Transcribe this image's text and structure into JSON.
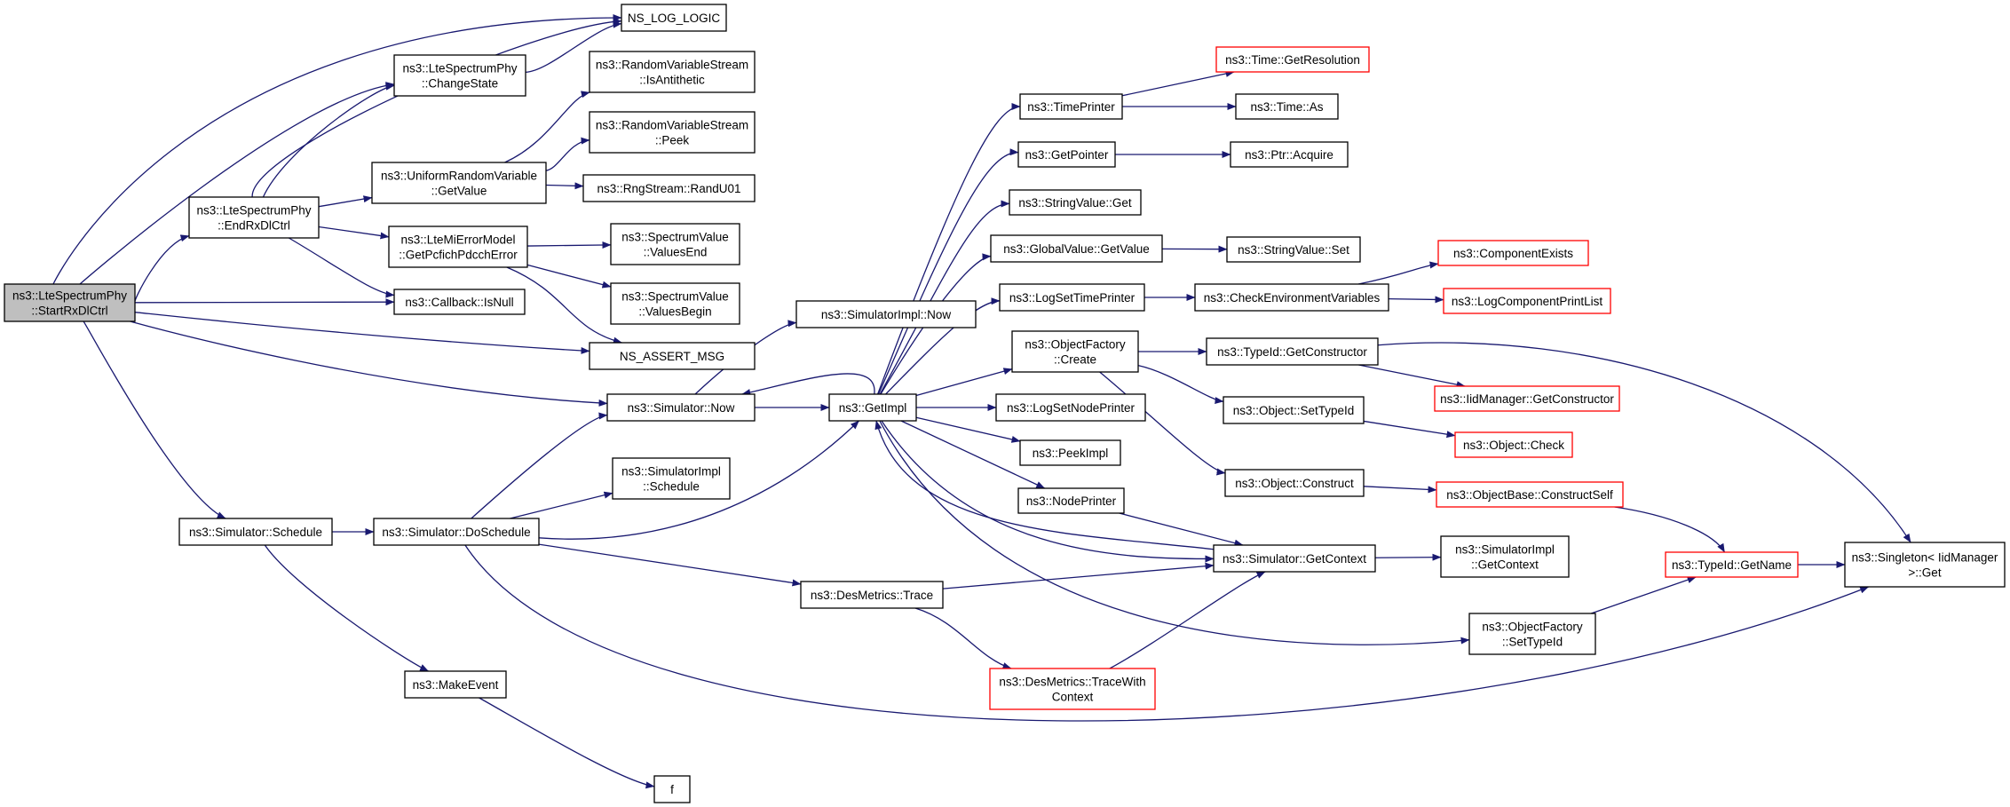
{
  "colors": {
    "edge": "#191970",
    "node_border": "#000000",
    "truncated_border": "#ff0000",
    "root_fill": "#bfbfbf",
    "node_fill": "#ffffff"
  },
  "nodes": [
    {
      "id": "start",
      "lines": [
        "ns3::LteSpectrumPhy",
        "::StartRxDlCtrl"
      ],
      "style": "root"
    },
    {
      "id": "nslog",
      "lines": [
        "NS_LOG_LOGIC"
      ],
      "style": "normal"
    },
    {
      "id": "changestate",
      "lines": [
        "ns3::LteSpectrumPhy",
        "::ChangeState"
      ],
      "style": "normal"
    },
    {
      "id": "endrx",
      "lines": [
        "ns3::LteSpectrumPhy",
        "::EndRxDlCtrl"
      ],
      "style": "normal"
    },
    {
      "id": "isanti",
      "lines": [
        "ns3::RandomVariableStream",
        "::IsAntithetic"
      ],
      "style": "normal"
    },
    {
      "id": "peek",
      "lines": [
        "ns3::RandomVariableStream",
        "::Peek"
      ],
      "style": "normal"
    },
    {
      "id": "urvget",
      "lines": [
        "ns3::UniformRandomVariable",
        "::GetValue"
      ],
      "style": "normal"
    },
    {
      "id": "randu01",
      "lines": [
        "ns3::RngStream::RandU01"
      ],
      "style": "normal"
    },
    {
      "id": "mierr",
      "lines": [
        "ns3::LteMiErrorModel",
        "::GetPcfichPdcchError"
      ],
      "style": "normal"
    },
    {
      "id": "valend",
      "lines": [
        "ns3::SpectrumValue",
        "::ValuesEnd"
      ],
      "style": "normal"
    },
    {
      "id": "valbegin",
      "lines": [
        "ns3::SpectrumValue",
        "::ValuesBegin"
      ],
      "style": "normal"
    },
    {
      "id": "isnull",
      "lines": [
        "ns3::Callback::IsNull"
      ],
      "style": "normal"
    },
    {
      "id": "assert",
      "lines": [
        "NS_ASSERT_MSG"
      ],
      "style": "normal"
    },
    {
      "id": "simnow",
      "lines": [
        "ns3::Simulator::Now"
      ],
      "style": "normal"
    },
    {
      "id": "simimplnow",
      "lines": [
        "ns3::SimulatorImpl::Now"
      ],
      "style": "normal"
    },
    {
      "id": "getimpl",
      "lines": [
        "ns3::GetImpl"
      ],
      "style": "normal"
    },
    {
      "id": "schedule",
      "lines": [
        "ns3::Simulator::Schedule"
      ],
      "style": "normal"
    },
    {
      "id": "doschedule",
      "lines": [
        "ns3::Simulator::DoSchedule"
      ],
      "style": "normal"
    },
    {
      "id": "simimplsched",
      "lines": [
        "ns3::SimulatorImpl",
        "::Schedule"
      ],
      "style": "normal"
    },
    {
      "id": "makeevent",
      "lines": [
        "ns3::MakeEvent"
      ],
      "style": "normal"
    },
    {
      "id": "f",
      "lines": [
        "f"
      ],
      "style": "normal"
    },
    {
      "id": "destrace",
      "lines": [
        "ns3::DesMetrics::Trace"
      ],
      "style": "normal"
    },
    {
      "id": "destracewith",
      "lines": [
        "ns3::DesMetrics::TraceWith",
        "Context"
      ],
      "style": "truncated"
    },
    {
      "id": "timeprinter",
      "lines": [
        "ns3::TimePrinter"
      ],
      "style": "normal"
    },
    {
      "id": "getpointer",
      "lines": [
        "ns3::GetPointer"
      ],
      "style": "normal"
    },
    {
      "id": "strvalget",
      "lines": [
        "ns3::StringValue::Get"
      ],
      "style": "normal"
    },
    {
      "id": "globalget",
      "lines": [
        "ns3::GlobalValue::GetValue"
      ],
      "style": "normal"
    },
    {
      "id": "logsettime",
      "lines": [
        "ns3::LogSetTimePrinter"
      ],
      "style": "normal"
    },
    {
      "id": "objfactcreate",
      "lines": [
        "ns3::ObjectFactory",
        "::Create"
      ],
      "style": "normal"
    },
    {
      "id": "logsetnode",
      "lines": [
        "ns3::LogSetNodePrinter"
      ],
      "style": "normal"
    },
    {
      "id": "peekimpl",
      "lines": [
        "ns3::PeekImpl"
      ],
      "style": "normal"
    },
    {
      "id": "nodeprinter",
      "lines": [
        "ns3::NodePrinter"
      ],
      "style": "normal"
    },
    {
      "id": "timegetres",
      "lines": [
        "ns3::Time::GetResolution"
      ],
      "style": "truncated"
    },
    {
      "id": "timeas",
      "lines": [
        "ns3::Time::As"
      ],
      "style": "normal"
    },
    {
      "id": "ptracquire",
      "lines": [
        "ns3::Ptr::Acquire"
      ],
      "style": "normal"
    },
    {
      "id": "strvalset",
      "lines": [
        "ns3::StringValue::Set"
      ],
      "style": "normal"
    },
    {
      "id": "checkenv",
      "lines": [
        "ns3::CheckEnvironmentVariables"
      ],
      "style": "normal"
    },
    {
      "id": "compexists",
      "lines": [
        "ns3::ComponentExists"
      ],
      "style": "truncated"
    },
    {
      "id": "logcomplist",
      "lines": [
        "ns3::LogComponentPrintList"
      ],
      "style": "truncated"
    },
    {
      "id": "typeidgetctor",
      "lines": [
        "ns3::TypeId::GetConstructor"
      ],
      "style": "normal"
    },
    {
      "id": "iidmgrgetctor",
      "lines": [
        "ns3::IidManager::GetConstructor"
      ],
      "style": "truncated"
    },
    {
      "id": "objsettypeid",
      "lines": [
        "ns3::Object::SetTypeId"
      ],
      "style": "normal"
    },
    {
      "id": "objcheck",
      "lines": [
        "ns3::Object::Check"
      ],
      "style": "truncated"
    },
    {
      "id": "objconstruct",
      "lines": [
        "ns3::Object::Construct"
      ],
      "style": "normal"
    },
    {
      "id": "objbaseconstruct",
      "lines": [
        "ns3::ObjectBase::ConstructSelf"
      ],
      "style": "truncated"
    },
    {
      "id": "simgetctx",
      "lines": [
        "ns3::Simulator::GetContext"
      ],
      "style": "normal"
    },
    {
      "id": "simimplgetctx",
      "lines": [
        "ns3::SimulatorImpl",
        "::GetContext"
      ],
      "style": "normal"
    },
    {
      "id": "objfactsettypeid",
      "lines": [
        "ns3::ObjectFactory",
        "::SetTypeId"
      ],
      "style": "normal"
    },
    {
      "id": "typeidgetname",
      "lines": [
        "ns3::TypeId::GetName"
      ],
      "style": "truncated"
    },
    {
      "id": "singleton",
      "lines": [
        "ns3::Singleton< IidManager",
        ">::Get"
      ],
      "style": "normal"
    }
  ],
  "edges": [
    [
      "start",
      "nslog"
    ],
    [
      "start",
      "changestate"
    ],
    [
      "start",
      "endrx"
    ],
    [
      "start",
      "isnull"
    ],
    [
      "start",
      "assert"
    ],
    [
      "start",
      "simnow"
    ],
    [
      "start",
      "schedule"
    ],
    [
      "changestate",
      "nslog"
    ],
    [
      "endrx",
      "nslog"
    ],
    [
      "endrx",
      "changestate"
    ],
    [
      "endrx",
      "urvget"
    ],
    [
      "endrx",
      "mierr"
    ],
    [
      "endrx",
      "isnull"
    ],
    [
      "urvget",
      "isanti"
    ],
    [
      "urvget",
      "peek"
    ],
    [
      "urvget",
      "randu01"
    ],
    [
      "mierr",
      "valend"
    ],
    [
      "mierr",
      "valbegin"
    ],
    [
      "mierr",
      "assert"
    ],
    [
      "simnow",
      "simimplnow"
    ],
    [
      "simnow",
      "getimpl"
    ],
    [
      "schedule",
      "doschedule"
    ],
    [
      "schedule",
      "makeevent"
    ],
    [
      "makeevent",
      "f"
    ],
    [
      "doschedule",
      "simnow"
    ],
    [
      "doschedule",
      "simimplsched"
    ],
    [
      "doschedule",
      "getimpl"
    ],
    [
      "doschedule",
      "destrace"
    ],
    [
      "doschedule",
      "singleton"
    ],
    [
      "destrace",
      "simgetctx"
    ],
    [
      "destrace",
      "destracewith"
    ],
    [
      "destracewith",
      "simgetctx"
    ],
    [
      "getimpl",
      "simnow"
    ],
    [
      "getimpl",
      "timeprinter"
    ],
    [
      "getimpl",
      "getpointer"
    ],
    [
      "getimpl",
      "strvalget"
    ],
    [
      "getimpl",
      "globalget"
    ],
    [
      "getimpl",
      "logsettime"
    ],
    [
      "getimpl",
      "objfactcreate"
    ],
    [
      "getimpl",
      "logsetnode"
    ],
    [
      "getimpl",
      "peekimpl"
    ],
    [
      "getimpl",
      "nodeprinter"
    ],
    [
      "getimpl",
      "simgetctx"
    ],
    [
      "getimpl",
      "objfactsettypeid"
    ],
    [
      "simgetctx",
      "getimpl"
    ],
    [
      "timeprinter",
      "timegetres"
    ],
    [
      "timeprinter",
      "timeas"
    ],
    [
      "getpointer",
      "ptracquire"
    ],
    [
      "globalget",
      "strvalset"
    ],
    [
      "logsettime",
      "checkenv"
    ],
    [
      "checkenv",
      "compexists"
    ],
    [
      "checkenv",
      "logcomplist"
    ],
    [
      "objfactcreate",
      "typeidgetctor"
    ],
    [
      "objfactcreate",
      "objsettypeid"
    ],
    [
      "objfactcreate",
      "objconstruct"
    ],
    [
      "typeidgetctor",
      "iidmgrgetctor"
    ],
    [
      "typeidgetctor",
      "singleton"
    ],
    [
      "objsettypeid",
      "objcheck"
    ],
    [
      "objconstruct",
      "objbaseconstruct"
    ],
    [
      "objbaseconstruct",
      "typeidgetname"
    ],
    [
      "nodeprinter",
      "simgetctx"
    ],
    [
      "simgetctx",
      "simimplgetctx"
    ],
    [
      "objfactsettypeid",
      "typeidgetname"
    ],
    [
      "typeidgetname",
      "singleton"
    ]
  ]
}
